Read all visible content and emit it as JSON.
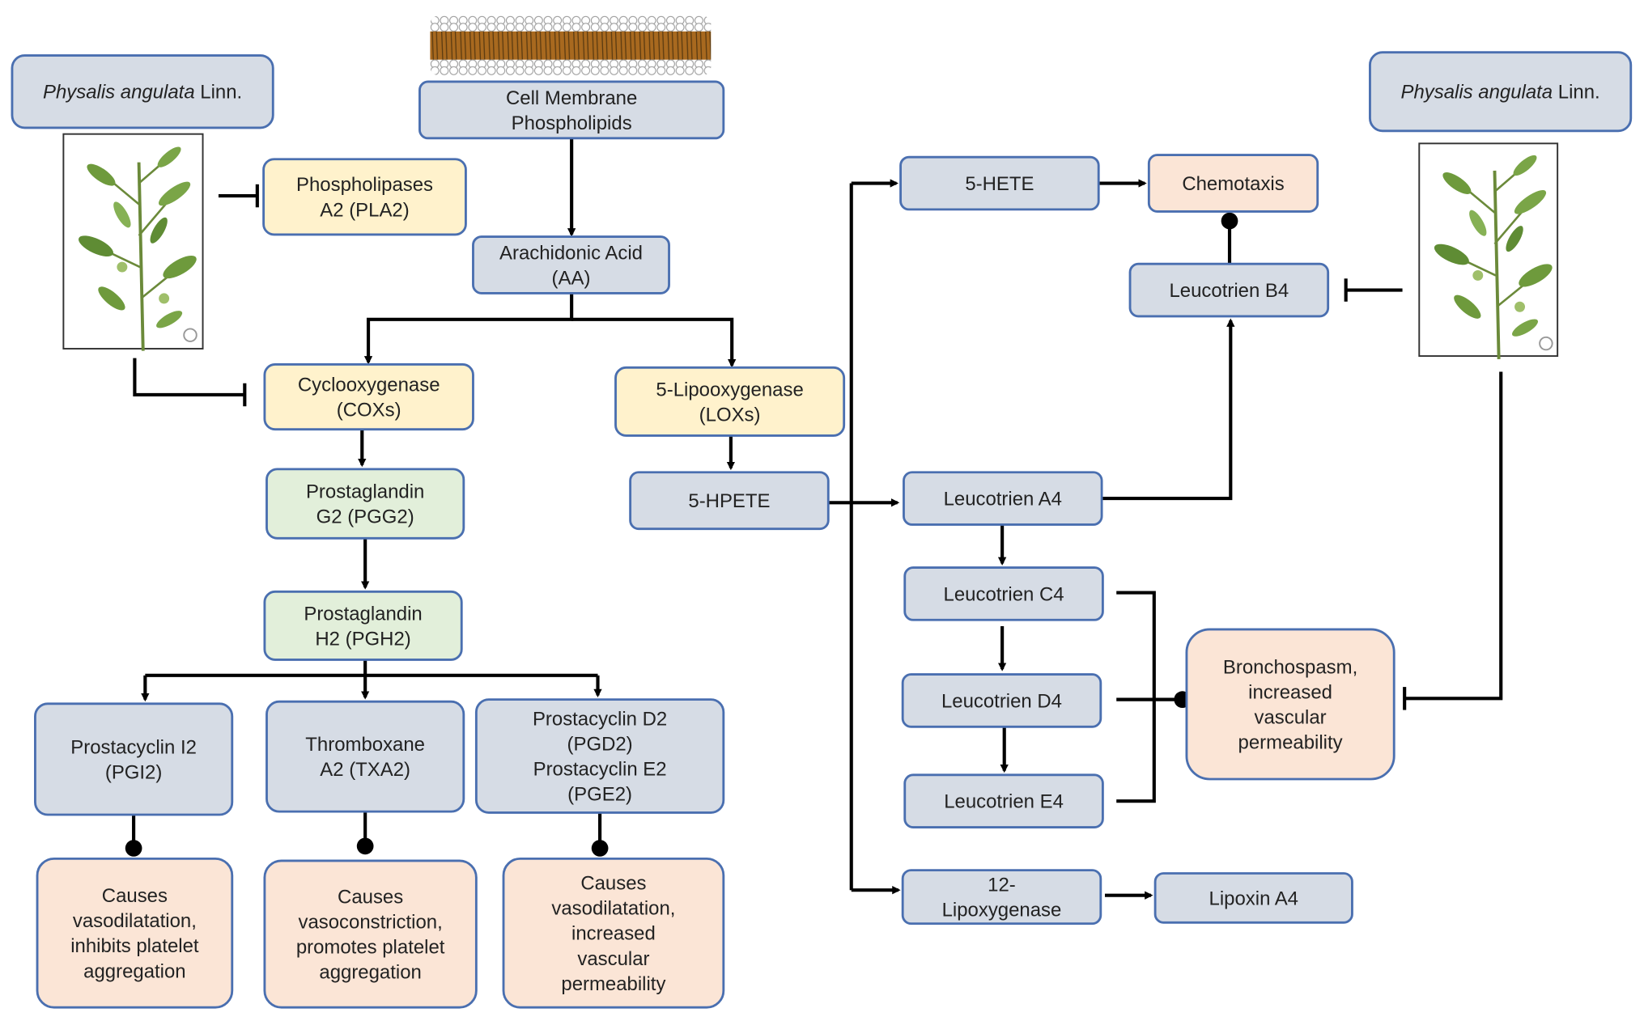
{
  "colors": {
    "node_gray": "#d6dce5",
    "enzyme_yellow": "#fff2cc",
    "prostaglandin_green": "#e2efda",
    "effect_peach": "#fbe5d6",
    "border_blue": "#4a6fb0"
  },
  "plant_label": {
    "italic": "Physalis angulata",
    "plain": " Linn."
  },
  "nodes": {
    "cell_membrane": [
      "Cell Membrane",
      "Phospholipids"
    ],
    "pla2": [
      "Phospholipases",
      "A2 (PLA2)"
    ],
    "aa": [
      "Arachidonic Acid",
      "(AA)"
    ],
    "cox": [
      "Cyclooxygenase",
      "(COXs)"
    ],
    "lox": [
      "5-Lipooxygenase",
      "(LOXs)"
    ],
    "pgg2": [
      "Prostaglandin",
      "G2 (PGG2)"
    ],
    "pgh2": [
      "Prostaglandin",
      "H2 (PGH2)"
    ],
    "pgi2": [
      "Prostacyclin I2",
      "(PGI2)"
    ],
    "txa2": [
      "Thromboxane",
      "A2 (TXA2)"
    ],
    "pgd2_pge2": [
      "Prostacyclin D2",
      "(PGD2)",
      "Prostacyclin E2",
      "(PGE2)"
    ],
    "effect_pgi2": [
      "Causes",
      "vasodilatation,",
      "inhibits platelet",
      "aggregation"
    ],
    "effect_txa2": [
      "Causes",
      "vasoconstriction,",
      "promotes platelet",
      "aggregation"
    ],
    "effect_pgd2": [
      "Causes",
      "vasodilatation,",
      "increased",
      "vascular",
      "permeability"
    ],
    "hpete": [
      "5-HPETE"
    ],
    "hete": [
      "5-HETE"
    ],
    "chemotaxis": [
      "Chemotaxis"
    ],
    "ltb4": [
      "Leucotrien B4"
    ],
    "lta4": [
      "Leucotrien A4"
    ],
    "ltc4": [
      "Leucotrien C4"
    ],
    "ltd4": [
      "Leucotrien D4"
    ],
    "lte4": [
      "Leucotrien E4"
    ],
    "bronchospasm": [
      "Bronchospasm,",
      "increased",
      "vascular",
      "permeability"
    ],
    "lox12": [
      "12-",
      "Lipoxygenase"
    ],
    "lipoxin": [
      "Lipoxin A4"
    ]
  }
}
